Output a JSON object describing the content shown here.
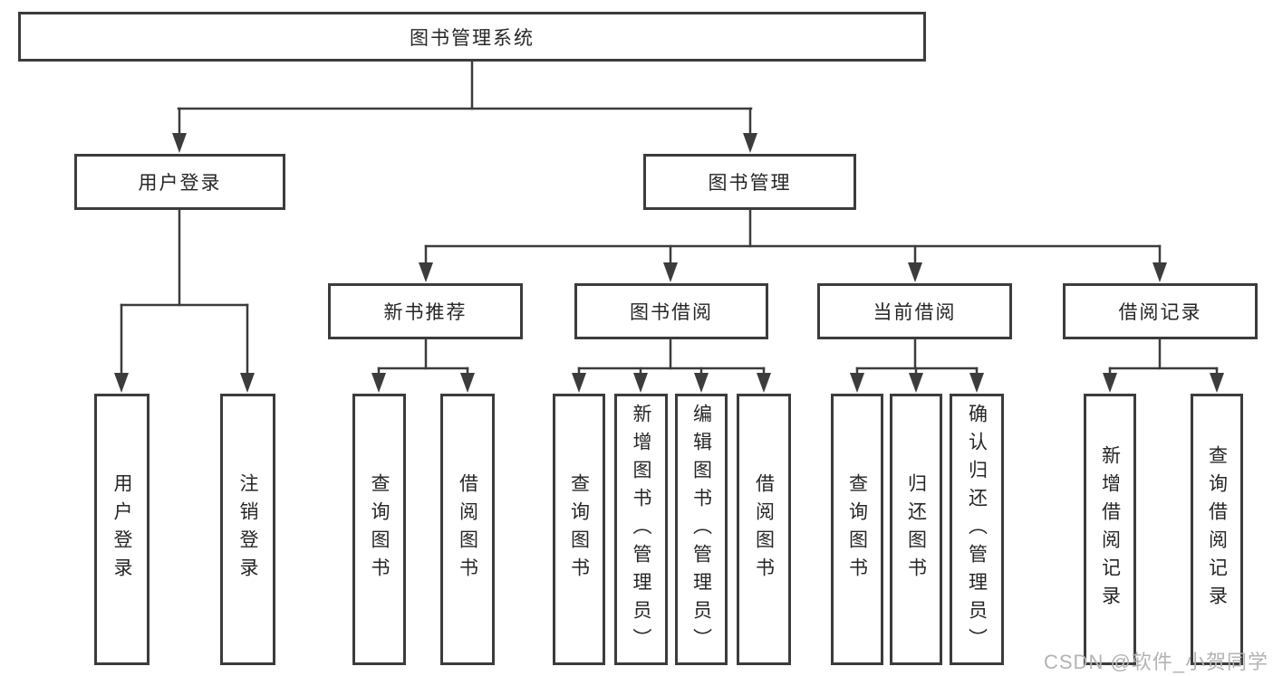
{
  "diagram": {
    "line_color": "#3c3c3c",
    "tree": {
      "root": "图书管理系统",
      "branches": [
        {
          "label": "用户登录",
          "children": [
            "用户登录",
            "注销登录"
          ]
        },
        {
          "label": "图书管理",
          "sections": [
            {
              "label": "新书推荐",
              "children": [
                "查询图书",
                "借阅图书"
              ]
            },
            {
              "label": "图书借阅",
              "children": [
                "查询图书",
                "新增图书（管理员）",
                "编辑图书（管理员）",
                "借阅图书"
              ]
            },
            {
              "label": "当前借阅",
              "children": [
                "查询图书",
                "归还图书",
                "确认归还（管理员）"
              ]
            },
            {
              "label": "借阅记录",
              "children": [
                "新增借阅记录",
                "查询借阅记录"
              ]
            }
          ]
        }
      ]
    },
    "watermark": "CSDN @软件_小贺同学"
  }
}
